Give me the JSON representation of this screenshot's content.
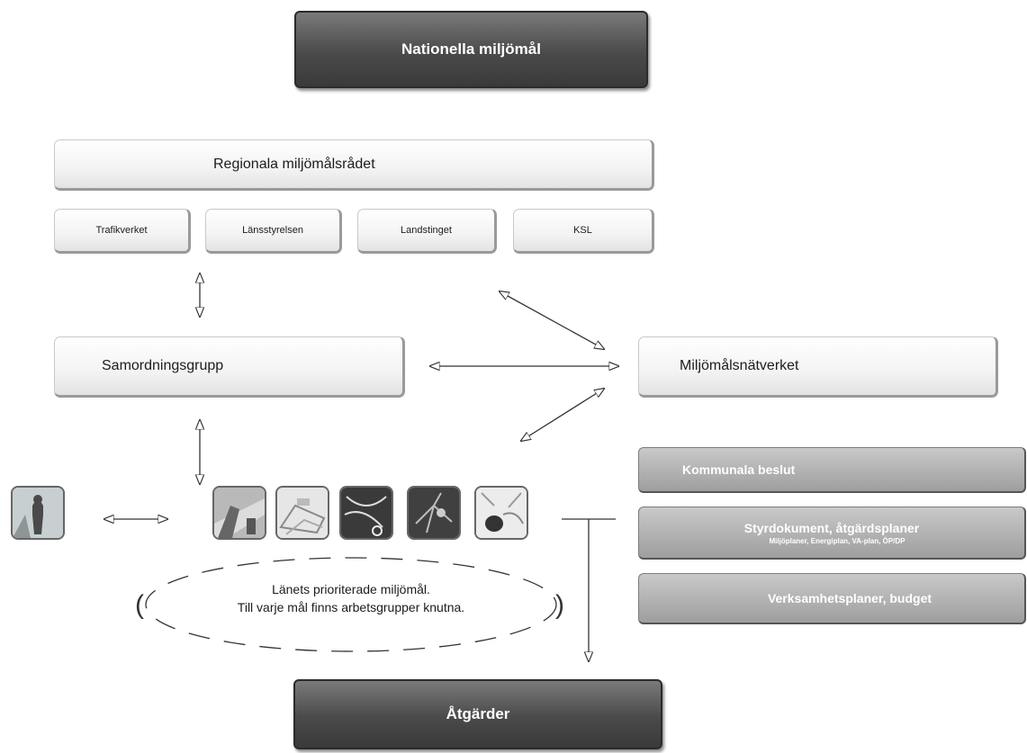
{
  "national": {
    "label": "Nationella miljömål"
  },
  "regional": {
    "label": "Regionala miljömålsrådet"
  },
  "members": [
    {
      "label": "Trafikverket"
    },
    {
      "label": "Länsstyrelsen"
    },
    {
      "label": "Landstinget"
    },
    {
      "label": "KSL"
    }
  ],
  "coordination": {
    "label": "Samordningsgrupp"
  },
  "network": {
    "label": "Miljömålsnätverket"
  },
  "municipal": {
    "decisions": "Kommunala beslut",
    "documents": "Styrdokument, åtgärdsplaner",
    "documents_sub": "Miljöplaner, Energiplan, VA-plan, ÖP/DP",
    "plans": "Verksamhetsplaner, budget"
  },
  "priorities": {
    "line1": "Länets prioriterade miljömål.",
    "line2": "Till varje mål finns arbetsgrupper knutna."
  },
  "actions": {
    "label": "Åtgärder"
  },
  "tiles": [
    {
      "icon": "person-icon"
    },
    {
      "icon": "road-icon"
    },
    {
      "icon": "city-icon"
    },
    {
      "icon": "map-icon"
    },
    {
      "icon": "network-icon"
    },
    {
      "icon": "nature-icon"
    }
  ]
}
